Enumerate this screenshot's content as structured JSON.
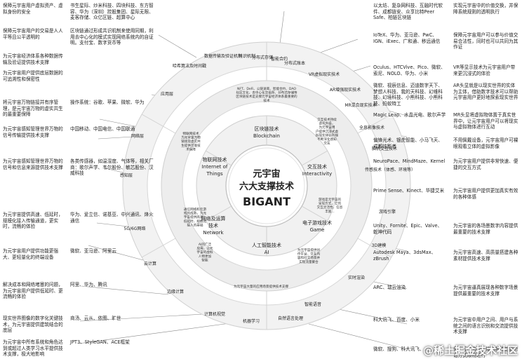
{
  "center": {
    "lines": [
      "元宇宙",
      "六大支撑技术",
      "BIGANT"
    ]
  },
  "pillars": [
    {
      "lines": [
        "区块链技术",
        "Blockchain"
      ]
    },
    {
      "lines": [
        "交互技术",
        "Interactivity"
      ]
    },
    {
      "lines": [
        "电子游戏技术",
        "Game"
      ]
    },
    {
      "lines": [
        "人工智能技术",
        "AI"
      ]
    },
    {
      "lines": [
        "网络及运算",
        "技术",
        "Network"
      ]
    },
    {
      "lines": [
        "物联网技术",
        "Internet of",
        "Things"
      ]
    }
  ],
  "inner_notes": [
    {
      "lines": [
        "NFT、DeFi、公链速率、智能合约、DAO",
        "社区文化、去中心化交易所、分布式存储等",
        "区块链技术是支撑元宇宙经济体系最重要的",
        "技术"
      ]
    },
    {
      "lines": [
        "交互技术持续",
        "迭代升级，",
        "为元宇宙用",
        "户提供沉浸式虚",
        "拟现实体验阶梯",
        "不断深化感知",
        "交互"
      ]
    },
    {
      "lines": [
        "游戏是元宇宙的",
        "呈现方式，它的",
        "交互灵活性、信息",
        "丰富..."
      ]
    },
    {
      "lines": [
        "为元宇宙提供创",
        "作平台、交互内",
        "容和社交场景并",
        "实现流量聚合"
      ]
    },
    {
      "lines": [
        "为元宇宙大量的应用场景提供技术支撑"
      ]
    },
    {
      "lines": [
        "通信网络和云游",
        "戏的成熟，为元",
        "宇宙提供高速、",
        "低延时、规模化",
        "接入的基础"
      ]
    },
    {
      "lines": [
        "AI的广泛",
        "应用，让元",
        "宇宙的虚拟",
        "人物更加",
        "智能"
      ]
    },
    {
      "lines": [
        "物联网技术",
        "为元宇宙万物",
        "链接及虚实共",
        "生提供可靠技",
        "术保障"
      ]
    }
  ],
  "ring_labels": [
    {
      "text": "共识机制"
    },
    {
      "text": "分布式存储"
    },
    {
      "text": "智能合约"
    },
    {
      "text": "分布式账本"
    },
    {
      "text": "VR虚拟现实技术"
    },
    {
      "text": "AR增强现实技术"
    },
    {
      "text": "MR混合现实技术"
    },
    {
      "text": "全息影像技术"
    },
    {
      "text": "脑机交互技术"
    },
    {
      "text": "传感技术（体感、环境等）"
    },
    {
      "text": "游戏引擎"
    },
    {
      "text": "3D建模"
    },
    {
      "text": "实时渲染"
    },
    {
      "text": "智能语音"
    },
    {
      "text": "自然语言处理"
    },
    {
      "text": "机器学习"
    },
    {
      "text": "计算机视觉"
    },
    {
      "text": "边缘计算"
    },
    {
      "text": "云计算"
    },
    {
      "text": "5G/6G网络"
    },
    {
      "text": "感知层"
    },
    {
      "text": "网络层"
    },
    {
      "text": "应用层"
    },
    {
      "text": "哈希算法及时间戳"
    },
    {
      "text": "数据传输及验证机制"
    }
  ],
  "left_column": [
    {
      "desc": "保障元宇宙用户虚拟资产、虚拟身份的安全",
      "companies": "书生星际、炒米科技、四块科技、东方智容、华为（深圳）控股集团、星际无限、麦客存储、众亿区链、超算中心"
    },
    {
      "desc": "保障元宇宙用户的交易是人人平等且公平透明的",
      "companies": "区块链通过形成共识机制来使用同期，利用去中心化的模式实现网络系统内的自证明。支付宝、数字货币等"
    },
    {
      "desc": "为元宇宙经济体系各种数据传输及验证提供技术支撑",
      "companies": ""
    },
    {
      "desc": "为元宇宙用户提供底层数据的可追溯性和保密性",
      "companies": ""
    },
    {
      "desc": "将元宇宙万物链接并有序管理，是元宇宙万物的虚实共生的最重要保障",
      "companies": "操作系统：谷歌、苹果、微软、华为"
    },
    {
      "desc": "为元宇宙感知管理世界万物的信号传输提供技术支撑",
      "companies": "中国移动、中国电信、中国联通"
    },
    {
      "desc": "为元宇宙感知管理世界万物的信号和信息来源提供技术支撑",
      "companies": "各类传感器，如温湿度、气体等，相关厂商：歌尔声学、韦尔股份、敏芯股份、汉威科技"
    },
    {
      "desc": "为元宇宙提供高速、低延时，规模化接入传输通道，更实时，流畅的体验",
      "companies": "华为、爱立信、诺基亚、中兴通讯、烽火通信"
    },
    {
      "desc": "为元宇宙用户提供功能更强大、更轻量化的终端设备",
      "companies": "微软、亚马逊、阿里云"
    },
    {
      "desc": "解决成本和网络堵塞的问题，为元宇宙用户提供低延时、更流畅的体验",
      "companies": "阿里、华为、腾讯"
    },
    {
      "desc": "现实世界图像的数字化关键技术，为元宇宙提供建筑结合的底层",
      "companies": "商汤、云从、依图、旷世"
    },
    {
      "desc": "为元宇宙中所有系统和角色达到或超过人类学习水平提供技术支撑，极大地影响",
      "companies": "JPT3、StyleGAN、ACE框架"
    }
  ],
  "right_column": [
    {
      "companies": "以太坊、复杂网科技、互融时代软件、成都链安、众享比特Peer Safe、柏链区块链",
      "desc": "实现元宇宙中的价值交换，并保障系统规则的透明执行"
    },
    {
      "companies": "IoTeX、华为、亚马逊、PwC、IGN、iExec、广和通、移远通信",
      "desc": "保障元宇宙用户可以参与价值交易合法性，同时也可以共同为其作证"
    },
    {
      "companies": "Oculus、HTCVive、Pico、微软、索尼、NOLO、华为、小米",
      "desc": "VR等显示技术为元宇宙用户带来更沉浸式的体验"
    },
    {
      "companies": "微软、视辰信息、迈迪数字天下、梦想人科技、我的天科技、幻维科技、幻境科技、小熊科技、小熊科技、蚂蚁特工",
      "desc": "AR头显就是以现实世界的实体为主体，借助数字技术可以帮助元宇宙用户更好地探索现实世界"
    },
    {
      "companies": "Magic Leap、水晶光电、歌尔声学",
      "desc": "MR头显将虚拟物体置于真实世界中，让元宇宙用户可以将现实与虚拟物体进行互动"
    },
    {
      "companies": "偏锋光术、银虎智能、小马飞天、成都炫影者",
      "desc": "不用佩戴设备，元宇宙用户可裸眼观看立体的虚拟影像"
    },
    {
      "companies": "NeuroPace、MindMaze、Kernel",
      "desc": "为元宇宙用户提供非常快速、便捷的交互方式"
    },
    {
      "companies": "Prime Sense、Kinect、华捷艾米",
      "desc": "为元宇宙用户提供更加真实有效的各种体感"
    },
    {
      "companies": "Unity、Fornite、Epic、Valve、乾坤代码",
      "desc": "为元宇宙的各场景数字内容提供最重要的技术支撑"
    },
    {
      "companies": "Autodesk Maya、3dsMax、zBrush",
      "desc": "为元宇宙高速、高质量搭建各种素材提供技术支撑"
    },
    {
      "companies": "ARC、瑞云渲染",
      "desc": "为元宇宙逼真展现各种数字场景提供最重要的技术支撑"
    },
    {
      "companies": "科大讯飞、百度、小米",
      "desc": "为元宇宙中用户之间、用户与系统之间的语言识别和交流提供技术支撑"
    },
    {
      "companies": "微软、搜狗、科大讯飞、...",
      "desc": "保障元宇宙中主体和各种工具对话方式顺畅进行"
    }
  ],
  "watermark": "@稀土掘金技术社区"
}
